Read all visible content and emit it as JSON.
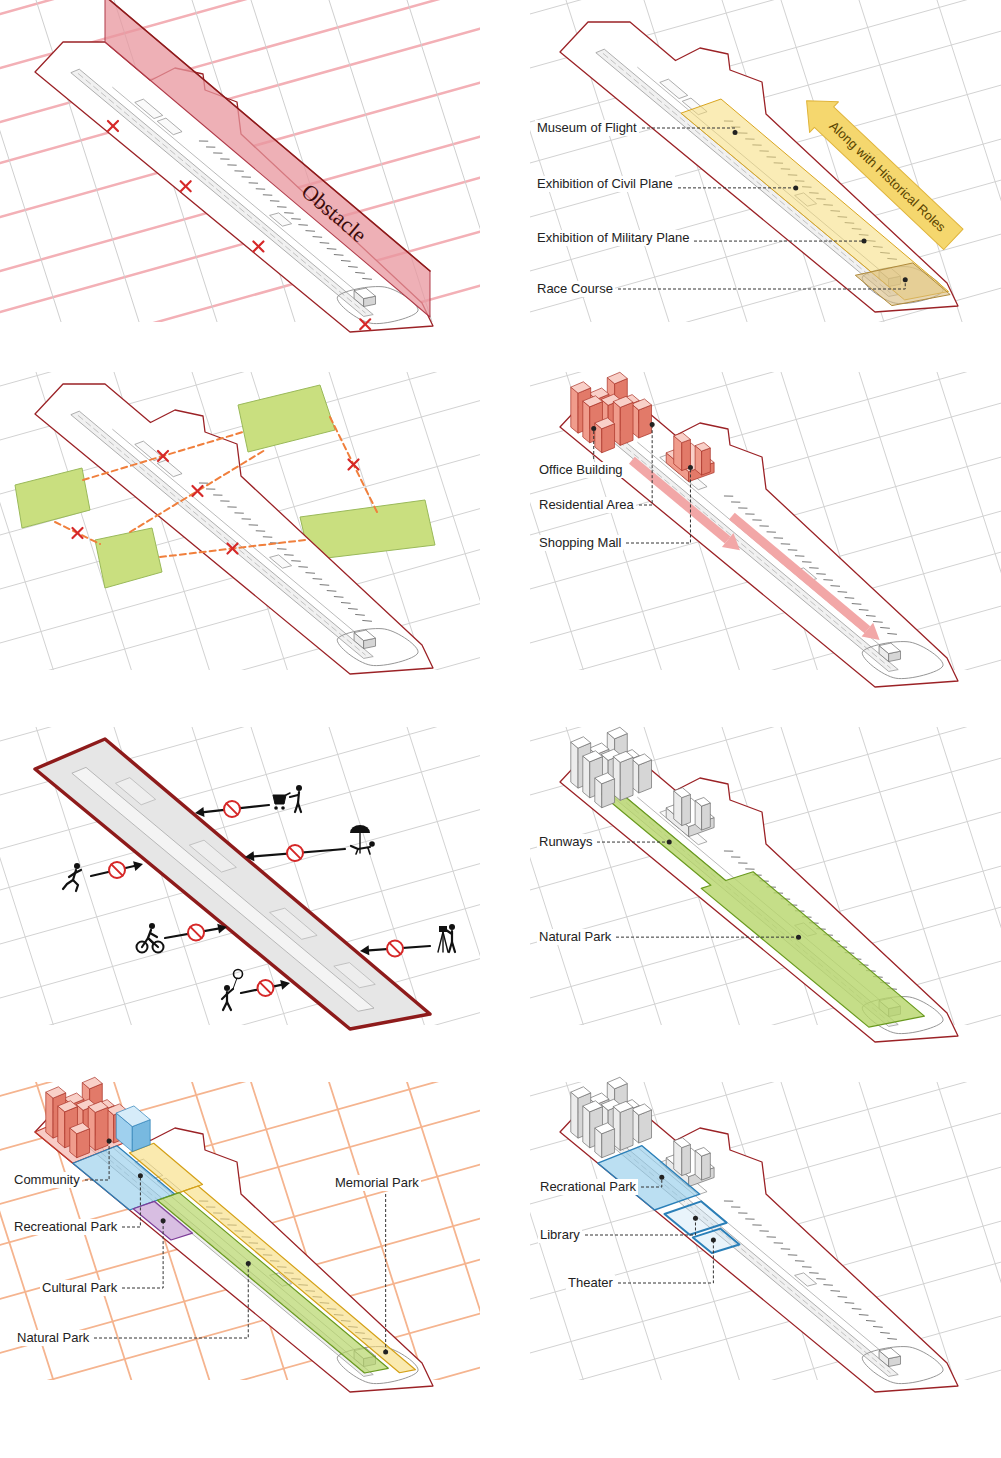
{
  "diagram": {
    "nodes": [
      {
        "text": [
          "Obstacle"
        ]
      },
      {
        "text": [
          "Along with Historical Roles"
        ]
      }
    ],
    "labels": [
      "Museum of Flight",
      "Exhibition of Civil Plane",
      "Exhibition of Military Plane",
      "Race Course",
      "Office Building",
      "Residential Area",
      "Shopping Mall",
      "Runways",
      "Natural Park",
      "Community",
      "Memorial Park",
      "Recreational Park",
      "Cultural Park",
      "Natural Park",
      "Recrational Park",
      "Library",
      "Theater"
    ]
  }
}
